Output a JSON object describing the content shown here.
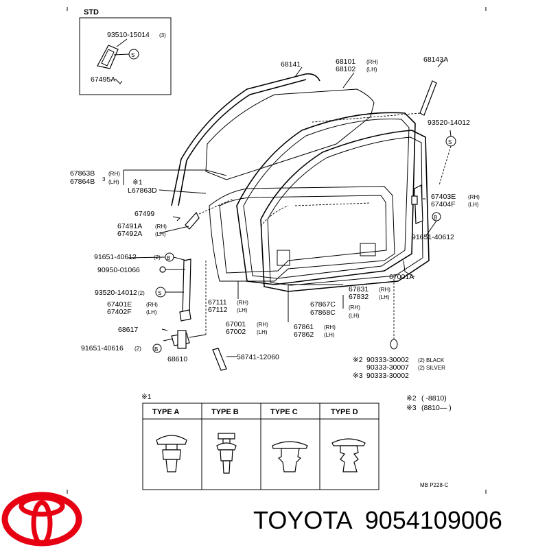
{
  "std_box": {
    "title": "STD",
    "part_no": "93510-15014",
    "qty": "(3)",
    "part": "67495A"
  },
  "callouts": {
    "p68141": "68141",
    "p68101": "68101",
    "p68102": "68102",
    "rh": "(RH)",
    "lh": "(LH)",
    "p68143A": "68143A",
    "p93520_14012_r": "93520-14012",
    "p67863B": "67863B",
    "p67864B": "67864B",
    "n3": "3",
    "mark1": "※1",
    "p67863D": "L67863D",
    "p67403E": "67403E",
    "p67404F": "67404F",
    "p67499": "67499",
    "p67491A": "67491A",
    "p67492A": "67492A",
    "p91651_40612_r": "91651-40612",
    "p91651_40612_l": "91651-40612",
    "q2a": "(2)",
    "p90950": "90950-01066",
    "p67831": "67831",
    "p67832": "67832",
    "p67001A": "67001A",
    "p93520_14012_l": "93520-14012",
    "q2b": "(2)",
    "p67401E": "67401E",
    "p67402F": "67402F",
    "p67111": "67111",
    "p67112": "67112",
    "p67867C": "67867C",
    "p67868C": "67868C",
    "p67001": "67001",
    "p67002": "67002",
    "p67861": "67861",
    "p67862": "67862",
    "p68617": "68617",
    "p91651_40616": "91651-40616",
    "q2c": "(2)",
    "p68610": "68610",
    "p58741": "58741-12060",
    "mark2": "※2",
    "mark3": "※3",
    "p90333_30002": "90333-30002",
    "p90333_30007": "90333-30007",
    "p90333_30002b": "90333-30002",
    "black": "(2) BLACK",
    "silver": "(2) SILVER",
    "s_symbol": "S",
    "b_symbol": "B"
  },
  "legend": {
    "mark1": "※1",
    "mark2": "※2",
    "mark3": "※3",
    "range2": "(      -8810)",
    "range3": "(8810—      )"
  },
  "types_table": {
    "headers": [
      "TYPE A",
      "TYPE B",
      "TYPE C",
      "TYPE D"
    ]
  },
  "ref_code": "MB  P228-C",
  "brand": {
    "name": "TOYOTA",
    "part_number": "9054109006",
    "logo_color": "#e60012"
  }
}
